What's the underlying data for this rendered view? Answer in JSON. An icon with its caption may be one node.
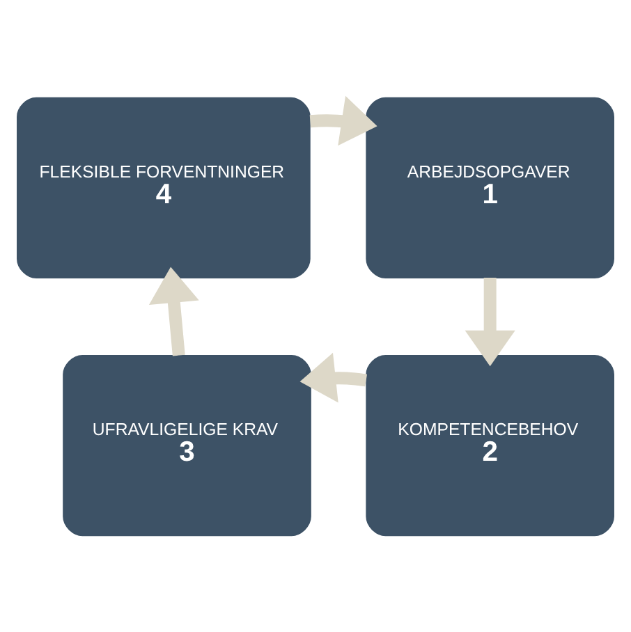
{
  "diagram": {
    "nodes": [
      {
        "text": [
          "FLEKSIBLE FORVENTNINGER",
          "4"
        ]
      },
      {
        "text": [
          "ARBEJDSOPGAVER",
          "1"
        ]
      },
      {
        "text": [
          "UFRAVLIGELIGE KRAV",
          "3"
        ]
      },
      {
        "text": [
          "KOMPETENCEBEHOV",
          "2"
        ]
      }
    ],
    "edges": [
      {
        "from": 1,
        "to": 3,
        "arrow": "to"
      },
      {
        "from": 3,
        "to": 2,
        "arrow": "to"
      },
      {
        "from": 2,
        "to": 0,
        "arrow": "to"
      },
      {
        "from": 0,
        "to": 1,
        "arrow": "to"
      }
    ]
  }
}
